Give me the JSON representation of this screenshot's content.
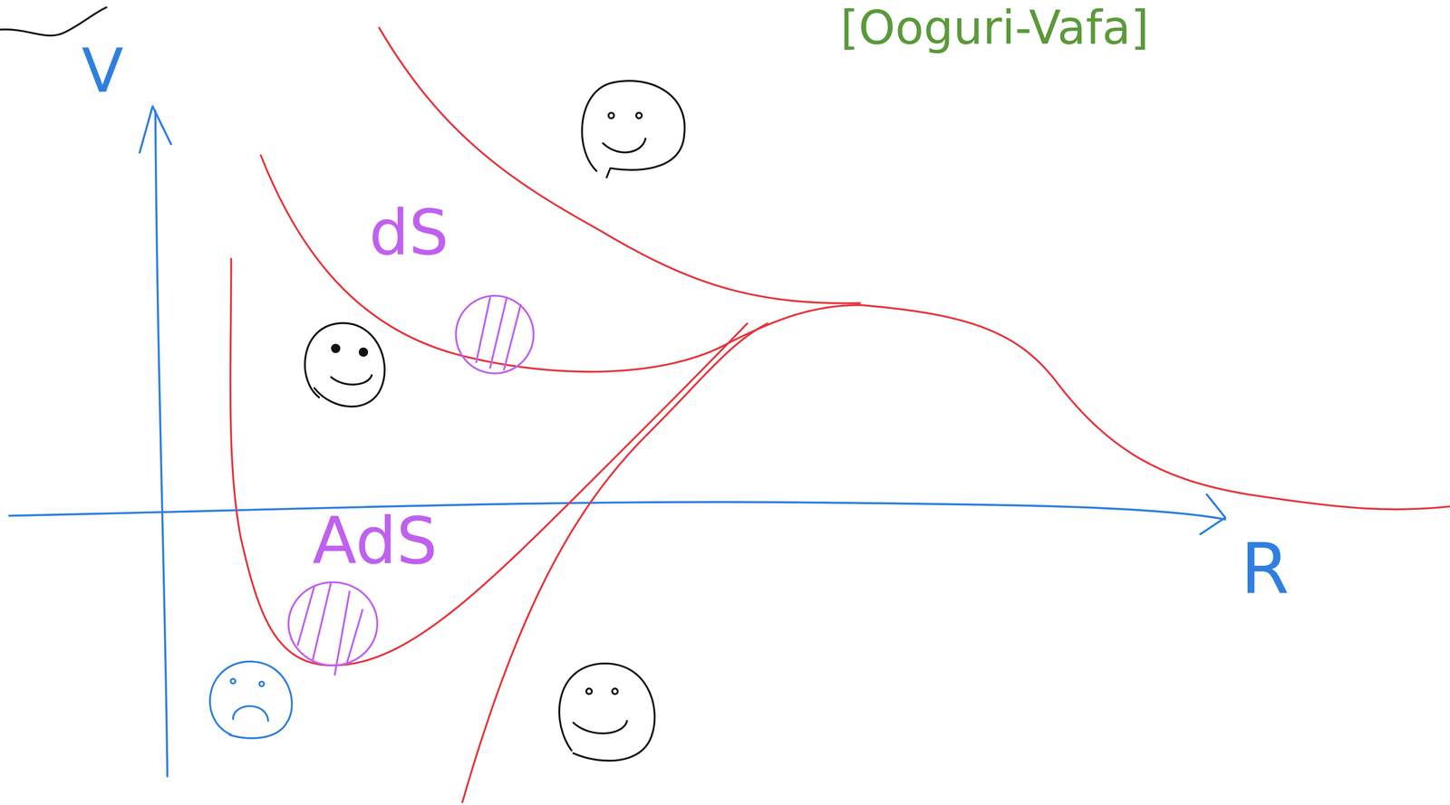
{
  "diagram": {
    "labels": [
      "[Ooguri-Vafa]",
      "V",
      "R",
      "dS",
      "AdS"
    ]
  }
}
